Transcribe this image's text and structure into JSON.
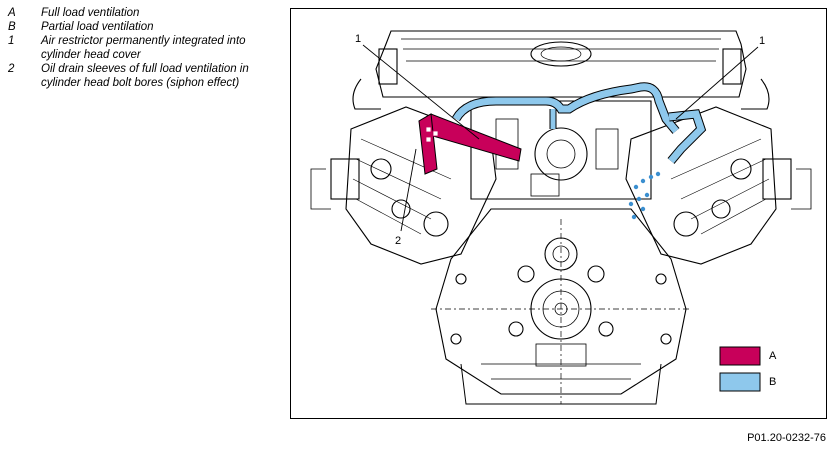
{
  "legend": [
    {
      "key": "A",
      "text": "Full load ventilation"
    },
    {
      "key": "B",
      "text": "Partial load ventilation"
    },
    {
      "key": "1",
      "text": "Air restrictor permanently integrated into cylinder head cover"
    },
    {
      "key": "2",
      "text": "Oil drain sleeves of full load ventilation in cylinder head bolt bores (siphon effect)"
    }
  ],
  "diagram": {
    "callouts": {
      "left_1": "1",
      "right_1": "1",
      "left_2": "2"
    },
    "swatches": [
      {
        "label": "A",
        "color": "#c8005a"
      },
      {
        "label": "B",
        "color": "#8ec8ec"
      }
    ],
    "figure_code": "P01.20-0232-76"
  }
}
